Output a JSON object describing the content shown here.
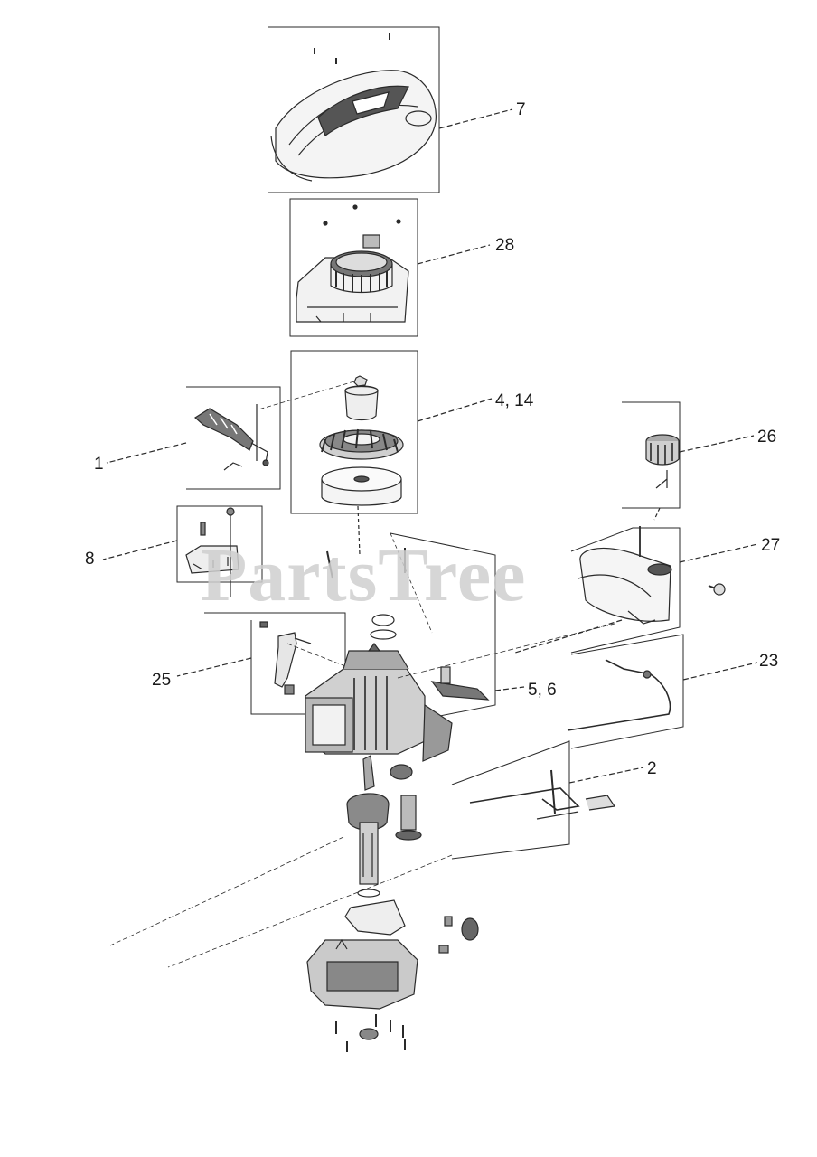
{
  "watermark": {
    "text": "PartsTree"
  },
  "callouts": {
    "cover": "7",
    "recoil_starter": "28",
    "flywheel": "4, 14",
    "ignition_module": "1",
    "fuel_cap": "26",
    "fuel_tank": "27",
    "muffler_guard": "8",
    "carburetor_linkage": "5, 6",
    "throttle_cable": "23",
    "dipstick": "25",
    "governor_link": "2"
  },
  "colors": {
    "line": "#2a2a2a",
    "callout_text": "#1a1a1a",
    "watermark": "#cfcfcf"
  }
}
